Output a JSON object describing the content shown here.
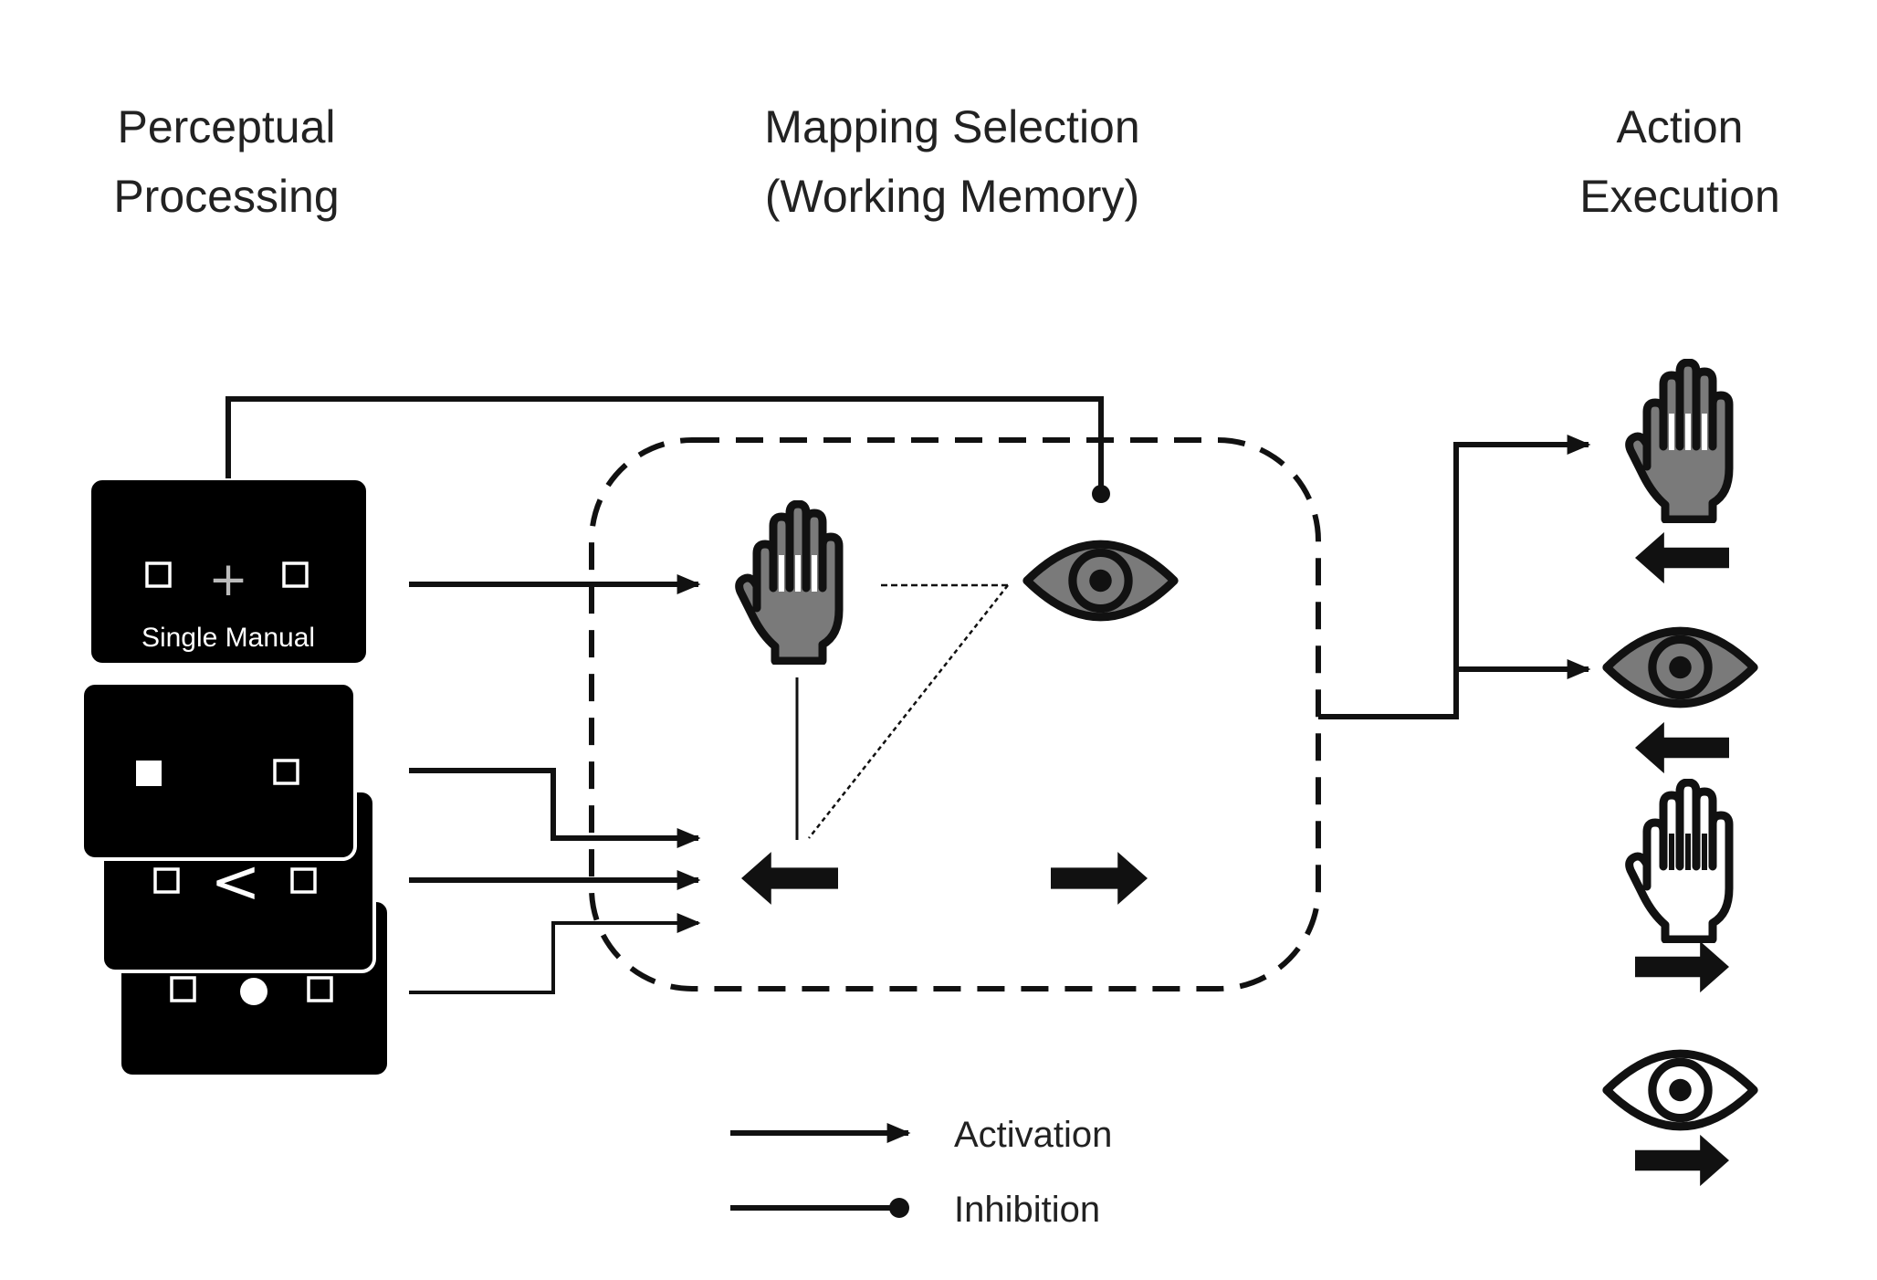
{
  "headings": {
    "perceptual": [
      "Perceptual",
      "Processing"
    ],
    "mapping": [
      "Mapping Selection",
      "(Working Memory)"
    ],
    "action": [
      "Action",
      "Execution"
    ]
  },
  "stimulus_cards": {
    "single_manual": {
      "label": "Single Manual",
      "symbol": "+"
    },
    "arrow_cue": {
      "symbol": "<"
    }
  },
  "legend": {
    "activation": "Activation",
    "inhibition": "Inhibition"
  },
  "colors": {
    "ink": "#111111",
    "gray_fill": "#7a7a7a",
    "card": "#000000",
    "background": "#ffffff"
  },
  "icons": {
    "mapping": [
      "hand-icon",
      "eye-icon",
      "left-arrow-icon",
      "right-arrow-icon"
    ],
    "outputs": [
      "gray-hand-left",
      "gray-eye-left",
      "white-hand-right",
      "white-eye-right"
    ]
  }
}
